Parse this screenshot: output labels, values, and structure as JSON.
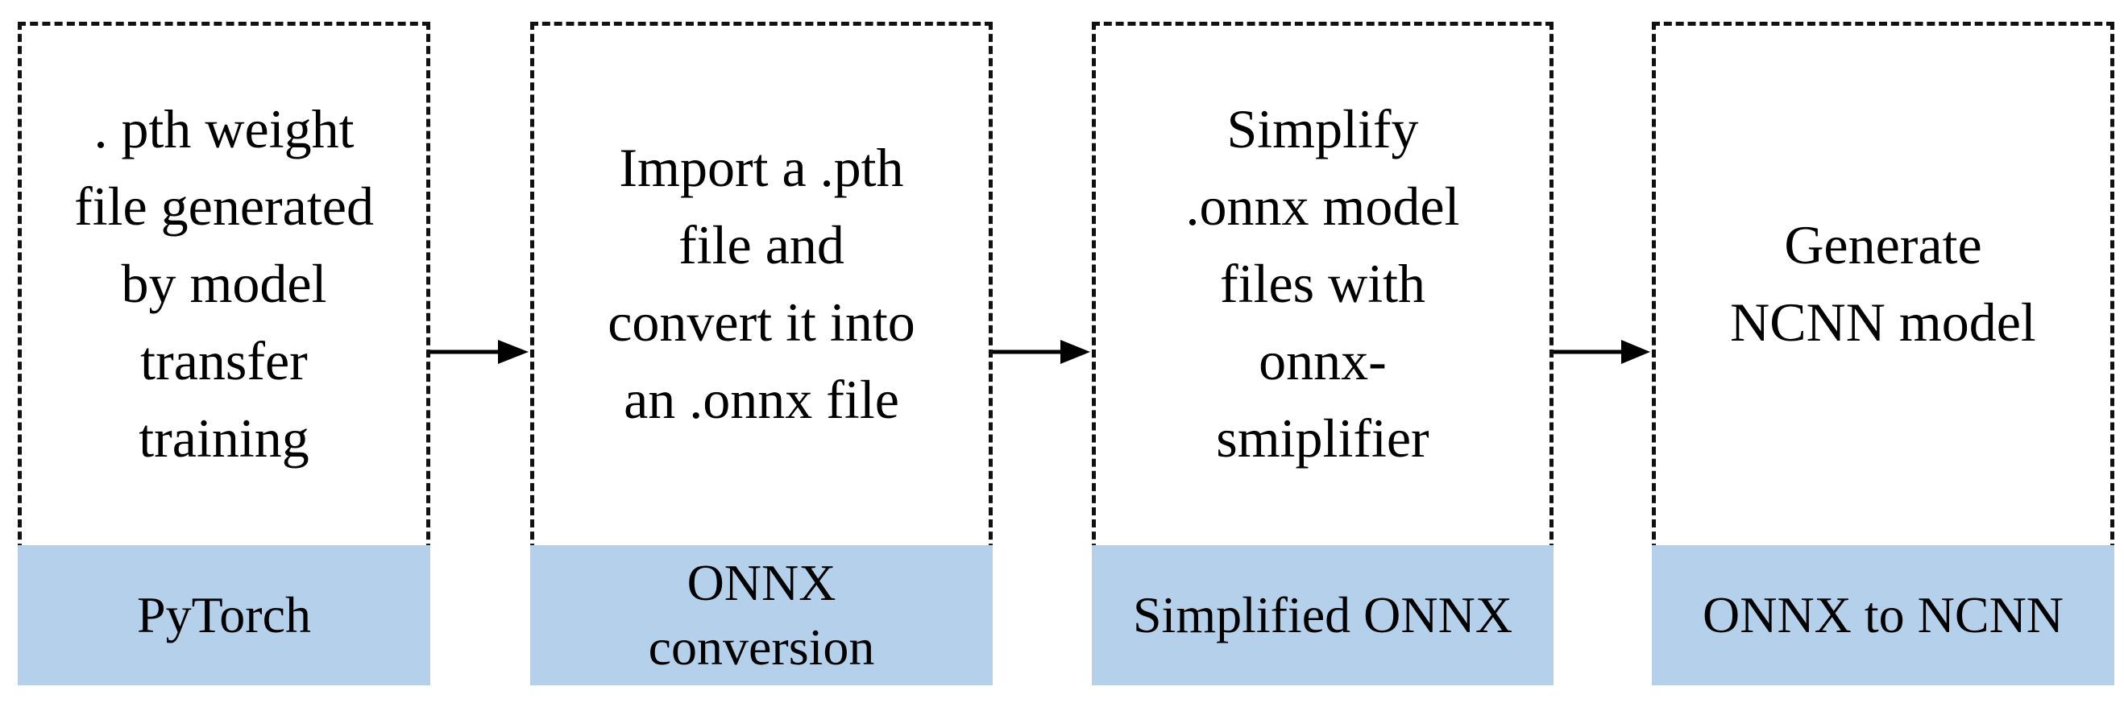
{
  "stages": [
    {
      "description": ". pth weight\nfile generated\nby model\ntransfer\ntraining",
      "label": "PyTorch"
    },
    {
      "description": "Import a .pth\nfile and\nconvert it into\nan .onnx file",
      "label": "ONNX\nconversion"
    },
    {
      "description": "Simplify\n.onnx model\nfiles with\nonnx-\nsmiplifier",
      "label": "Simplified ONNX"
    },
    {
      "description": "Generate\nNCNN model",
      "label": "ONNX to NCNN"
    }
  ],
  "colors": {
    "label_band": "#b4d0ea",
    "border": "#111111",
    "arrow": "#000000"
  }
}
